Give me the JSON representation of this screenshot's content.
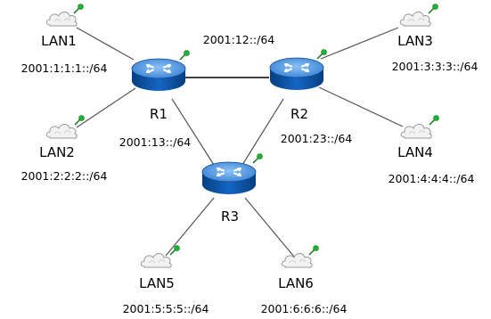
{
  "routers": {
    "r1": "R1",
    "r2": "R2",
    "r3": "R3"
  },
  "lans": {
    "lan1": "LAN1",
    "lan2": "LAN2",
    "lan3": "LAN3",
    "lan4": "LAN4",
    "lan5": "LAN5",
    "lan6": "LAN6"
  },
  "prefixes": {
    "lan1": "2001:1:1:1::/64",
    "lan2": "2001:2:2:2::/64",
    "lan3": "2001:3:3:3::/64",
    "lan4": "2001:4:4:4::/64",
    "lan5": "2001:5:5:5::/64",
    "lan6": "2001:6:6:6::/64",
    "r1_r2": "2001:12::/64",
    "r1_r3": "2001:13::/64",
    "r2_r3": "2001:23::/64"
  },
  "icons": {
    "router": "router-icon",
    "lan": "cloud-icon",
    "marker": "pin-icon"
  },
  "colors": {
    "router_top": "#5b9de3",
    "router_body": "#0b53a8",
    "cloud_fill": "#f2f2f2",
    "cloud_stroke": "#9a9a9a",
    "marker": "#1db233",
    "link": "#555555"
  }
}
